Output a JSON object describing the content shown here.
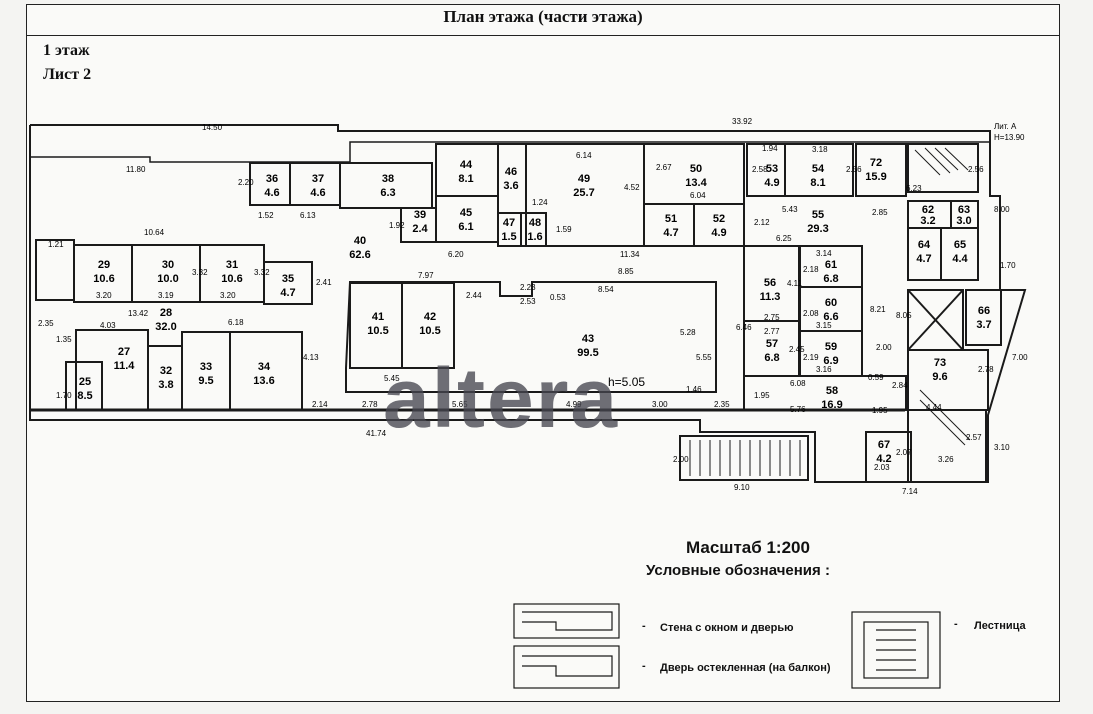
{
  "title": "План этажа (части этажа)",
  "floor_label": "1 этаж",
  "sheet_label": "Лист 2",
  "lit_label": "Лит. А",
  "height_label": "Н=13.90",
  "hall_height": "h=5.05",
  "scale": "Масштаб 1:200",
  "legend_title": "Условные обозначения :",
  "legend": {
    "wall_window_door": "Стена с окном и дверью",
    "glazed_door": "Дверь остекленная (на балкон)",
    "stairs": "Лестница",
    "dash": "-"
  },
  "watermark": "altera",
  "colors": {
    "line": "#1a1a1a",
    "watermark_accent": "#2f55c8"
  },
  "rooms": [
    {
      "id": "r25",
      "num": "25",
      "area": "8.5"
    },
    {
      "id": "r27",
      "num": "27",
      "area": "11.4"
    },
    {
      "id": "r28",
      "num": "28",
      "area": "32.0"
    },
    {
      "id": "r29",
      "num": "29",
      "area": "10.6"
    },
    {
      "id": "r30",
      "num": "30",
      "area": "10.0"
    },
    {
      "id": "r31",
      "num": "31",
      "area": "10.6"
    },
    {
      "id": "r32",
      "num": "32",
      "area": "3.8"
    },
    {
      "id": "r33",
      "num": "33",
      "area": "9.5"
    },
    {
      "id": "r34",
      "num": "34",
      "area": "13.6"
    },
    {
      "id": "r35",
      "num": "35",
      "area": "4.7"
    },
    {
      "id": "r36",
      "num": "36",
      "area": "4.6"
    },
    {
      "id": "r37",
      "num": "37",
      "area": "4.6"
    },
    {
      "id": "r38",
      "num": "38",
      "area": "6.3"
    },
    {
      "id": "r39",
      "num": "39",
      "area": "2.4"
    },
    {
      "id": "r40",
      "num": "40",
      "area": "62.6"
    },
    {
      "id": "r41",
      "num": "41",
      "area": "10.5"
    },
    {
      "id": "r42",
      "num": "42",
      "area": "10.5"
    },
    {
      "id": "r43",
      "num": "43",
      "area": "99.5"
    },
    {
      "id": "r44",
      "num": "44",
      "area": "8.1"
    },
    {
      "id": "r45",
      "num": "45",
      "area": "6.1"
    },
    {
      "id": "r46",
      "num": "46",
      "area": "3.6"
    },
    {
      "id": "r47",
      "num": "47",
      "area": "1.5"
    },
    {
      "id": "r48",
      "num": "48",
      "area": "1.6"
    },
    {
      "id": "r49",
      "num": "49",
      "area": "25.7"
    },
    {
      "id": "r50",
      "num": "50",
      "area": "13.4"
    },
    {
      "id": "r51",
      "num": "51",
      "area": "4.7"
    },
    {
      "id": "r52",
      "num": "52",
      "area": "4.9"
    },
    {
      "id": "r53",
      "num": "53",
      "area": "4.9"
    },
    {
      "id": "r54",
      "num": "54",
      "area": "8.1"
    },
    {
      "id": "r55",
      "num": "55",
      "area": "29.3"
    },
    {
      "id": "r56",
      "num": "56",
      "area": "11.3"
    },
    {
      "id": "r57",
      "num": "57",
      "area": "6.8"
    },
    {
      "id": "r58",
      "num": "58",
      "area": "16.9"
    },
    {
      "id": "r59",
      "num": "59",
      "area": "6.9"
    },
    {
      "id": "r60",
      "num": "60",
      "area": "6.6"
    },
    {
      "id": "r61",
      "num": "61",
      "area": "6.8"
    },
    {
      "id": "r62",
      "num": "62",
      "area": "3.2"
    },
    {
      "id": "r63",
      "num": "63",
      "area": "3.0"
    },
    {
      "id": "r64",
      "num": "64",
      "area": "4.7"
    },
    {
      "id": "r65",
      "num": "65",
      "area": "4.4"
    },
    {
      "id": "r66",
      "num": "66",
      "area": "3.7"
    },
    {
      "id": "r67",
      "num": "67",
      "area": "4.2"
    },
    {
      "id": "r72",
      "num": "72",
      "area": "15.9"
    },
    {
      "id": "r73",
      "num": "73",
      "area": "9.6"
    }
  ],
  "dims": [
    "14.50",
    "33.92",
    "11.80",
    "2.20",
    "1.52",
    "6.13",
    "1.92",
    "6.20",
    "11.34",
    "10.64",
    "1.21",
    "13.42",
    "3.20",
    "3.19",
    "3.20",
    "3.32",
    "3.32",
    "2.41",
    "4.03",
    "6.18",
    "1.35",
    "1.70",
    "2.35",
    "4.13",
    "2.14",
    "2.78",
    "5.65",
    "4.99",
    "3.00",
    "2.35",
    "5.45",
    "41.74",
    "7.97",
    "2.23",
    "8.85",
    "2.44",
    "2.53",
    "0.53",
    "8.54",
    "5.28",
    "5.55",
    "6.46",
    "1.46",
    "6.14",
    "4.52",
    "2.67",
    "6.04",
    "1.24",
    "1.59",
    "2.58",
    "1.94",
    "3.18",
    "2.56",
    "5.43",
    "2.12",
    "6.25",
    "2.85",
    "6.23",
    "2.56",
    "8.00",
    "1.70",
    "3.14",
    "2.18",
    "4.11",
    "8.21",
    "8.05",
    "2.75",
    "2.08",
    "3.15",
    "2.77",
    "2.45",
    "2.19",
    "2.00",
    "3.16",
    "6.08",
    "1.95",
    "5.76",
    "0.59",
    "2.84",
    "1.95",
    "2.78",
    "7.00",
    "3.10",
    "2.07",
    "2.03",
    "2.57",
    "3.26",
    "9.10",
    "7.14",
    "2.00",
    "4.44"
  ]
}
